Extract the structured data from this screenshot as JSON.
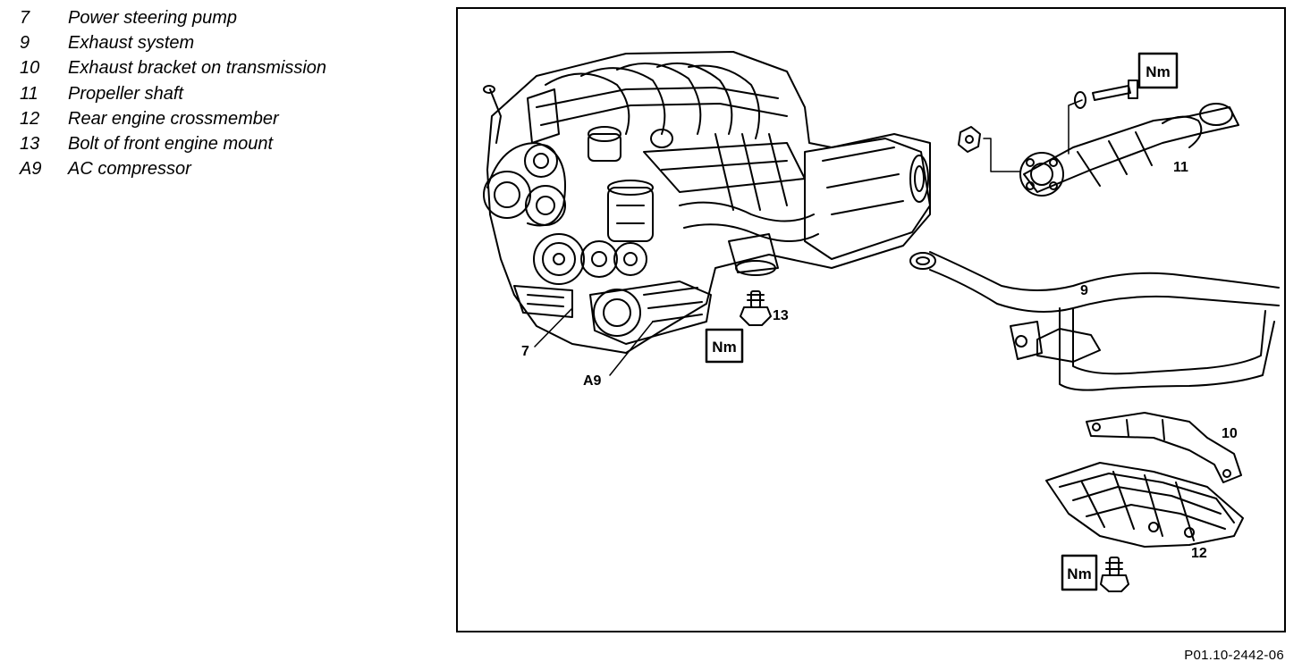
{
  "legend": [
    {
      "num": "7",
      "text": "Power steering pump"
    },
    {
      "num": "9",
      "text": "Exhaust system"
    },
    {
      "num": "10",
      "text": "Exhaust bracket on transmission"
    },
    {
      "num": "11",
      "text": "Propeller shaft"
    },
    {
      "num": "12",
      "text": "Rear engine crossmember"
    },
    {
      "num": "13",
      "text": "Bolt of front engine mount"
    },
    {
      "num": "A9",
      "text": "AC compressor"
    }
  ],
  "callouts": {
    "c7": "7",
    "c9": "9",
    "c10": "10",
    "c11": "11",
    "c12": "12",
    "c13": "13",
    "cA9": "A9"
  },
  "torque_tag": "Nm",
  "figure_ref": "P01.10-2442-06"
}
